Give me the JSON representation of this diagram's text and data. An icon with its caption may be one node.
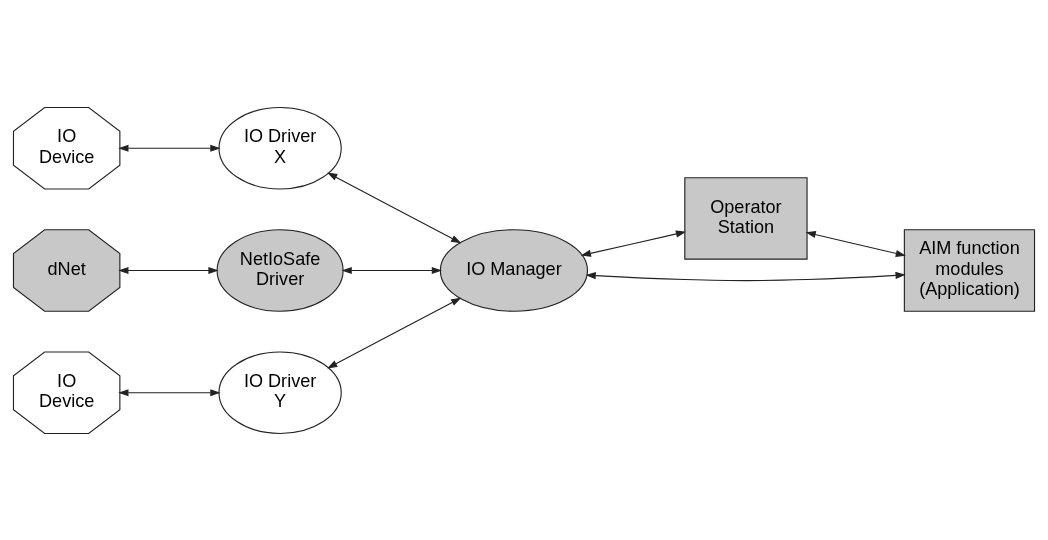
{
  "diagram": {
    "nodes": [
      {
        "text": [
          "IO Device"
        ]
      },
      {
        "text": [
          "IO Driver X"
        ]
      },
      {
        "text": [
          "dNet"
        ]
      },
      {
        "text": [
          "NetIoSafe Driver"
        ]
      },
      {
        "text": [
          "IO Device"
        ]
      },
      {
        "text": [
          "IO Driver Y"
        ]
      },
      {
        "text": [
          "IO Manager"
        ]
      },
      {
        "text": [
          "Operator Station"
        ]
      },
      {
        "text": [
          "AIM function modules (Application)"
        ]
      }
    ],
    "edges": [
      {
        "from": 0,
        "to": 1,
        "arrow": "both"
      },
      {
        "from": 1,
        "to": 6,
        "arrow": "both"
      },
      {
        "from": 2,
        "to": 3,
        "arrow": "both"
      },
      {
        "from": 3,
        "to": 6,
        "arrow": "both"
      },
      {
        "from": 4,
        "to": 5,
        "arrow": "both"
      },
      {
        "from": 5,
        "to": 6,
        "arrow": "both"
      },
      {
        "from": 6,
        "to": 7,
        "arrow": "both"
      },
      {
        "from": 7,
        "to": 8,
        "arrow": "both"
      },
      {
        "from": 6,
        "to": 8,
        "arrow": "both"
      }
    ]
  }
}
